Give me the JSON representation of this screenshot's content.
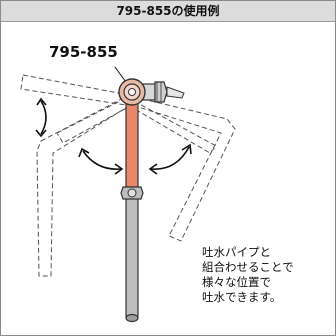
{
  "title": "795-855の使用例",
  "part_label": "795-855",
  "note_lines": [
    "吐水パイプと",
    "組合わせることで",
    "様々な位置で",
    "吐水できます。"
  ],
  "colors": {
    "header_bg": "#dcdcdc",
    "pipe_copper": "#e8876a",
    "pipe_gray": "#bdbdbd",
    "dashed_outline": "#555555"
  }
}
